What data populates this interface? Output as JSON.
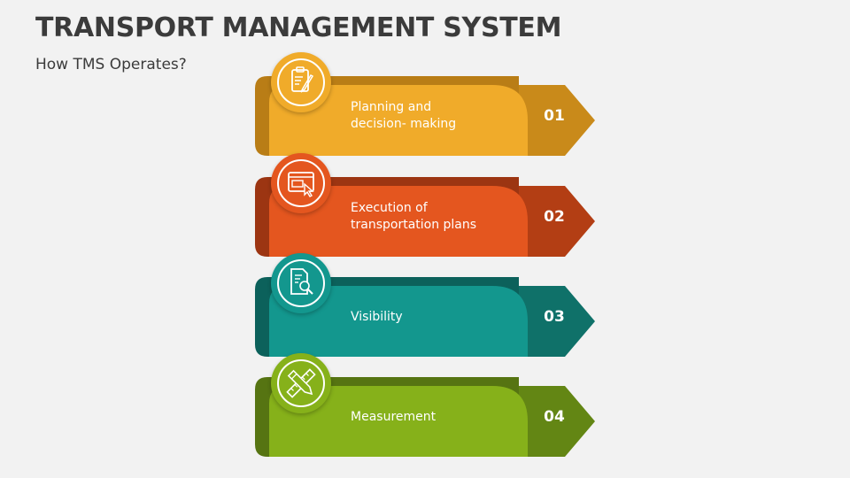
{
  "header": {
    "title": "TRANSPORT MANAGEMENT SYSTEM",
    "subtitle": "How TMS Operates?"
  },
  "steps": [
    {
      "label_line1": "Planning and",
      "label_line2": "decision- making",
      "number": "01",
      "icon": "planning-clipboard-icon",
      "colors": {
        "main": "#f0ab2a",
        "dark": "#b97d16",
        "arrow": "#c98a1a",
        "circle": "#f0ab2a"
      }
    },
    {
      "label_line1": "Execution of",
      "label_line2": "transportation plans",
      "number": "02",
      "icon": "execution-window-cursor-icon",
      "colors": {
        "main": "#e4561f",
        "dark": "#9c3512",
        "arrow": "#b33e14",
        "circle": "#e4561f"
      }
    },
    {
      "label_line1": "Visibility",
      "label_line2": "",
      "number": "03",
      "icon": "visibility-document-search-icon",
      "colors": {
        "main": "#13978e",
        "dark": "#0c615b",
        "arrow": "#0f7169",
        "circle": "#13978e"
      }
    },
    {
      "label_line1": "Measurement",
      "label_line2": "",
      "number": "04",
      "icon": "measurement-ruler-pencil-icon",
      "colors": {
        "main": "#86b11a",
        "dark": "#567412",
        "arrow": "#638614",
        "circle": "#86b11a"
      }
    }
  ]
}
